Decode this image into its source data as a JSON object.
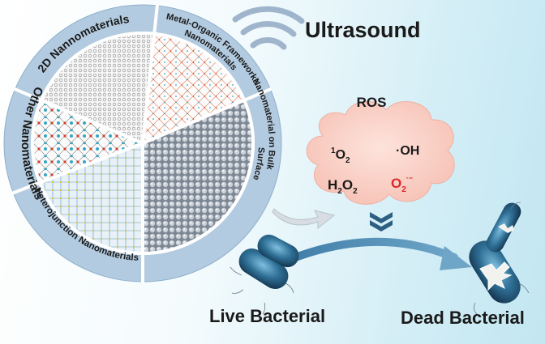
{
  "title": "Ultrasound",
  "wheel": {
    "segments": [
      {
        "label": "2D Nannomaterials"
      },
      {
        "label_line1": "Metal-Organic Frameworks",
        "label_line2": "Nanomaterials"
      },
      {
        "label_line1": "Nanomaterial on Bulk",
        "label_line2": "Surface"
      },
      {
        "label": "Heterojunction Nanomaterials"
      },
      {
        "label": "Other Nanomaterials"
      }
    ]
  },
  "ros": {
    "title": "ROS",
    "species": {
      "singlet_oxygen": {
        "sup": "1",
        "base": "O",
        "sub": "2"
      },
      "hydroxyl": "·OH",
      "hydrogen_peroxide": {
        "a": "H",
        "b": "O",
        "sub": "2"
      },
      "superoxide": {
        "base": "O",
        "sub": "2",
        "sup": "·−"
      }
    }
  },
  "labels": {
    "live": "Live Bacterial",
    "dead": "Dead Bacterial"
  },
  "colors": {
    "wheel_band": "#b3cbe0",
    "cloud": "#f8c8bd",
    "arrow": "#5f93b5",
    "bacteria": "#2f6f95",
    "superoxide": "#d82828"
  }
}
